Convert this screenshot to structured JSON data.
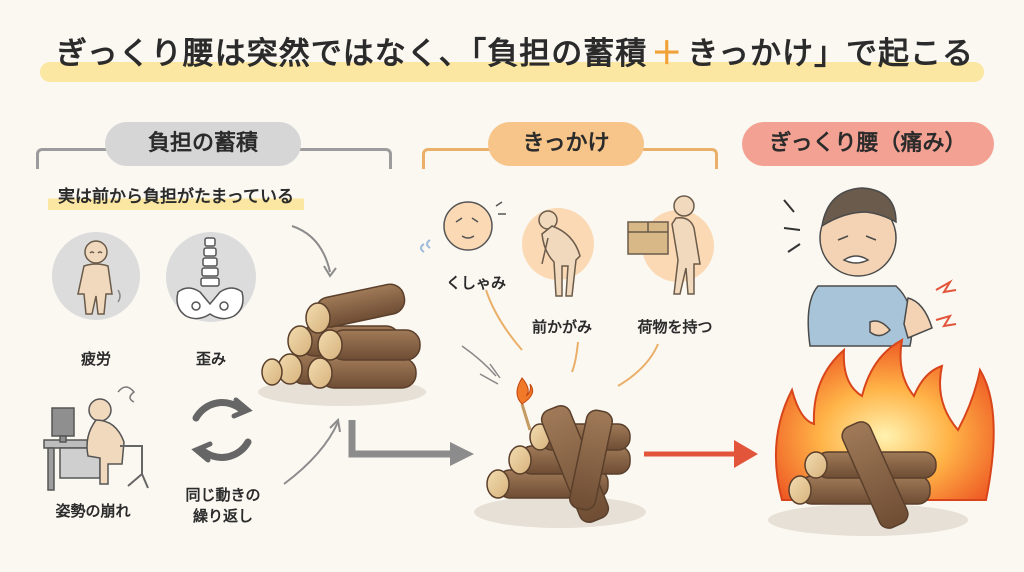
{
  "title": {
    "before": "ぎっくり腰は突然ではなく、",
    "open_bracket": "「",
    "accumulation": "負担の蓄積",
    "plus": "＋",
    "trigger": "きっかけ",
    "close_bracket": "」",
    "after": "で起こる"
  },
  "sections": {
    "accumulation": {
      "header": "負担の蓄積",
      "subtitle": "実は前から負担がたまっている",
      "items": [
        {
          "label": "疲労",
          "icon": "tired-person-icon"
        },
        {
          "label": "歪み",
          "icon": "spine-pelvis-icon"
        },
        {
          "label": "姿勢の崩れ",
          "icon": "desk-worker-icon"
        },
        {
          "label": "同じ動きの\n繰り返し",
          "label_line1": "同じ動きの",
          "label_line2": "繰り返し",
          "icon": "repeat-arrows-icon"
        }
      ]
    },
    "trigger": {
      "header": "きっかけ",
      "items": [
        {
          "label": "くしゃみ",
          "icon": "sneeze-icon"
        },
        {
          "label": "前かがみ",
          "icon": "bending-person-icon"
        },
        {
          "label": "荷物を持つ",
          "icon": "carrying-box-icon"
        }
      ]
    },
    "result": {
      "header": "ぎっくり腰（痛み）",
      "icon": "back-pain-man-icon"
    }
  },
  "colors": {
    "background": "#fbf8f2",
    "highlight": "#fbe7a1",
    "grey_pill": "#d6d6d6",
    "orange_pill": "#f7c58a",
    "red_pill": "#f2a192",
    "arrow_red": "#e2553b",
    "flame": "#f07a2a"
  }
}
